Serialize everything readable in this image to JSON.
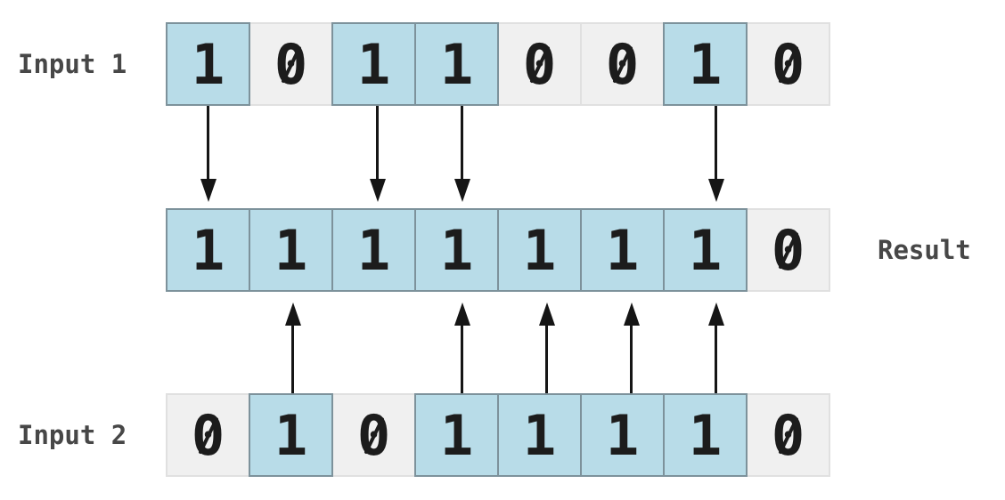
{
  "diagram": {
    "operation": "bitwise-or",
    "labels": {
      "input1": "Input 1",
      "input2": "Input 2",
      "result": "Result"
    },
    "rows": {
      "input1": {
        "bits": [
          1,
          0,
          1,
          1,
          0,
          0,
          1,
          0
        ]
      },
      "result": {
        "bits": [
          1,
          1,
          1,
          1,
          1,
          1,
          1,
          0
        ]
      },
      "input2": {
        "bits": [
          0,
          1,
          0,
          1,
          1,
          1,
          1,
          0
        ]
      }
    },
    "arrows": {
      "from_input1_cells": [
        0,
        2,
        3,
        6
      ],
      "from_input2_cells": [
        1,
        3,
        4,
        5,
        6
      ]
    },
    "colors": {
      "one_fill": "#b8dce8",
      "one_border": "#7d929b",
      "zero_fill": "#f0f0f0",
      "zero_border": "#e0e0e0",
      "digit": "#1c1c1c",
      "label": "#474747",
      "arrow": "#151515"
    }
  }
}
